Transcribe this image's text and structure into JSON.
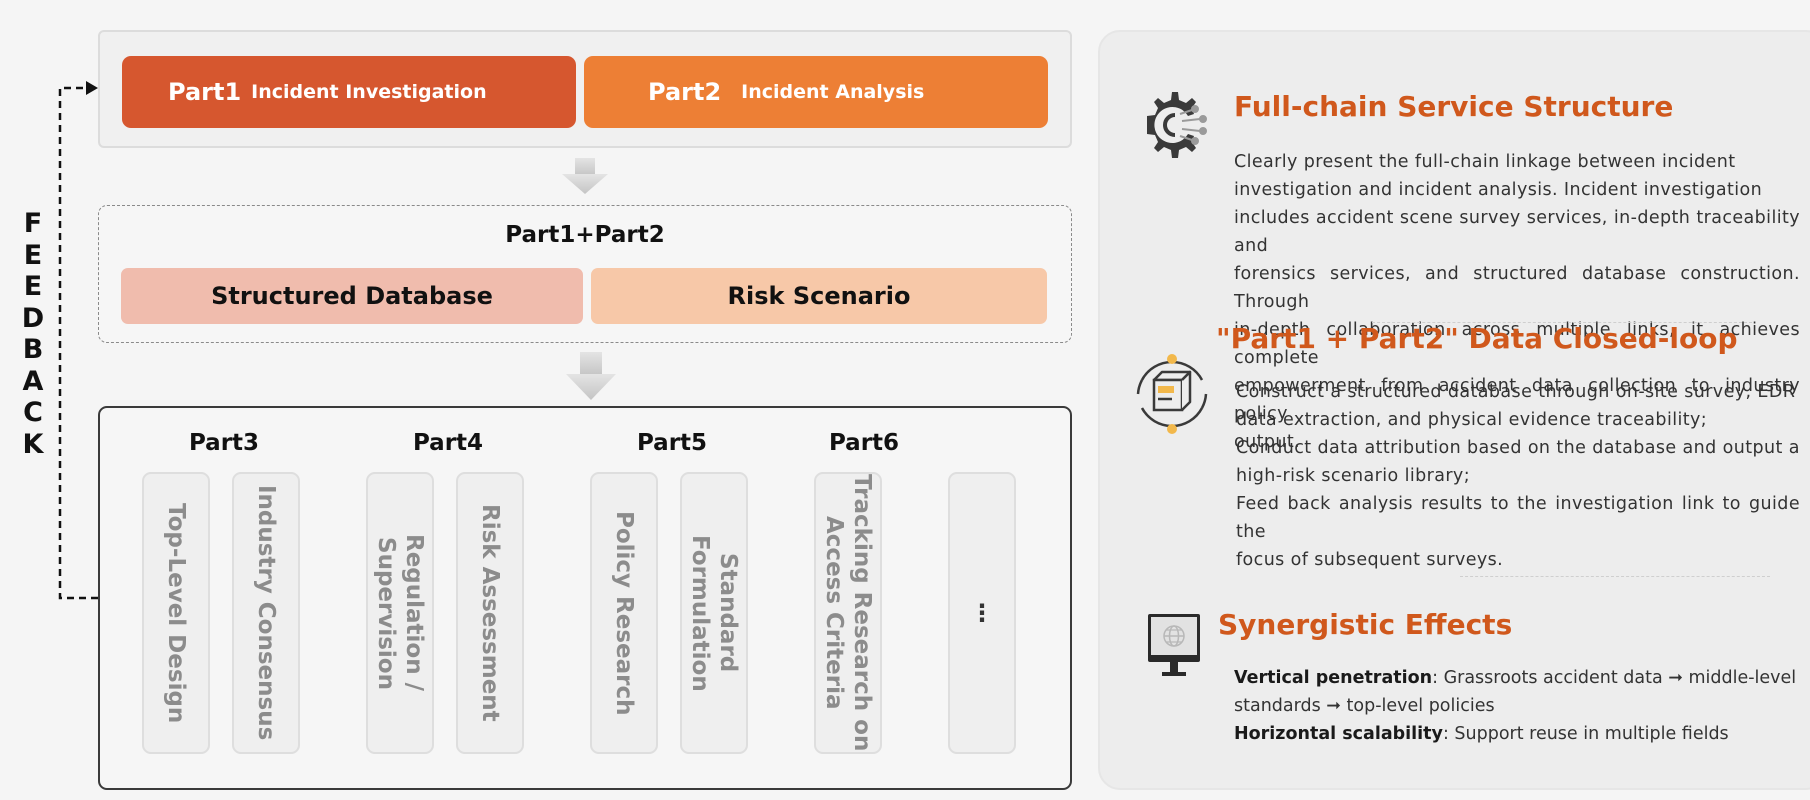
{
  "feedback": {
    "letters": [
      "F",
      "E",
      "E",
      "D",
      "B",
      "A",
      "C",
      "K"
    ]
  },
  "panel1": {
    "part1": {
      "name": "Part1",
      "title": "Incident Investigation"
    },
    "part2": {
      "name": "Part2",
      "title": "Incident Analysis"
    }
  },
  "panel2": {
    "title": "Part1+Part2",
    "boxes": [
      "Structured Database",
      "Risk Scenario"
    ]
  },
  "panel3": {
    "groups": [
      {
        "label": "Part3",
        "cards": [
          [
            "Top-Level Design"
          ],
          [
            "Industry Consensus"
          ]
        ]
      },
      {
        "label": "Part4",
        "cards": [
          [
            "Regulation /",
            "Supervision"
          ],
          [
            "Risk Assessment"
          ]
        ]
      },
      {
        "label": "Part5",
        "cards": [
          [
            "Policy Research"
          ],
          [
            "Standard",
            "Formulation"
          ]
        ]
      },
      {
        "label": "Part6",
        "cards": [
          [
            "Tracking Research on",
            "Access Criteria"
          ]
        ]
      }
    ],
    "more": "⋮"
  },
  "right": {
    "section1": {
      "icon": "gear-circuit-icon",
      "title": "Full-chain Service Structure",
      "lines": [
        "Clearly present the full-chain linkage between incident",
        "investigation and incident analysis. Incident investigation",
        "includes accident scene survey services, in-depth traceability and",
        "forensics services, and structured database construction. Through",
        "in-depth collaboration across multiple links, it achieves complete",
        "empowerment from accident data collection to industry policy",
        "output."
      ]
    },
    "section2": {
      "icon": "database-box-icon",
      "title": "\"Part1 + Part2\" Data Closed-loop",
      "lines": [
        "Construct a structured database through on-site survey, EDR",
        "data extraction, and physical evidence traceability;",
        "Conduct data attribution based on the database and output a",
        "high-risk scenario library;",
        "Feed back analysis results to the investigation link to guide the",
        "focus of subsequent surveys."
      ]
    },
    "section3": {
      "icon": "monitor-globe-icon",
      "title": "Synergistic Effects",
      "item1": {
        "label": "Vertical penetration",
        "text1": ": Grassroots accident data ➞ middle-level",
        "text2": "standards ➞ top-level policies"
      },
      "item2": {
        "label": "Horizontal scalability",
        "text": ": Support reuse in multiple fields"
      }
    }
  },
  "colors": {
    "part1": "#d6572f",
    "part2": "#ed7f35",
    "structured_database": "#f0bcad",
    "risk_scenario": "#f7c8a8",
    "accent_title": "#d0581c",
    "vertical_text": "#8c8c8c"
  }
}
